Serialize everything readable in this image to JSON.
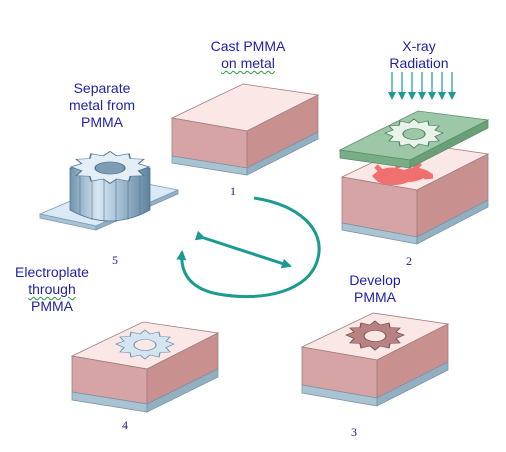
{
  "steps": [
    {
      "number": "1",
      "label_lines": [
        "Cast PMMA",
        "on metal"
      ]
    },
    {
      "number": "2",
      "label_lines": [
        "X-ray",
        "Radiation"
      ]
    },
    {
      "number": "3",
      "label_lines": [
        "Develop",
        "PMMA"
      ]
    },
    {
      "number": "4",
      "label_lines": [
        "Electroplate",
        "through",
        "PMMA"
      ]
    },
    {
      "number": "5",
      "label_lines": [
        "Separate",
        "metal from",
        "PMMA"
      ]
    }
  ],
  "colors": {
    "pmma_top": "#fbe8e6",
    "pmma_side": "#d6a4a4",
    "substrate": "#a9c3d3",
    "metal": "#aecbe0",
    "mask": "#86b993",
    "exposed": "#f07070",
    "arrow": "#1a9a90",
    "text": "#1f1fa8"
  },
  "icons": [
    "cycle-arrow-icon",
    "x-ray-arrows-icon",
    "gear-icon"
  ]
}
